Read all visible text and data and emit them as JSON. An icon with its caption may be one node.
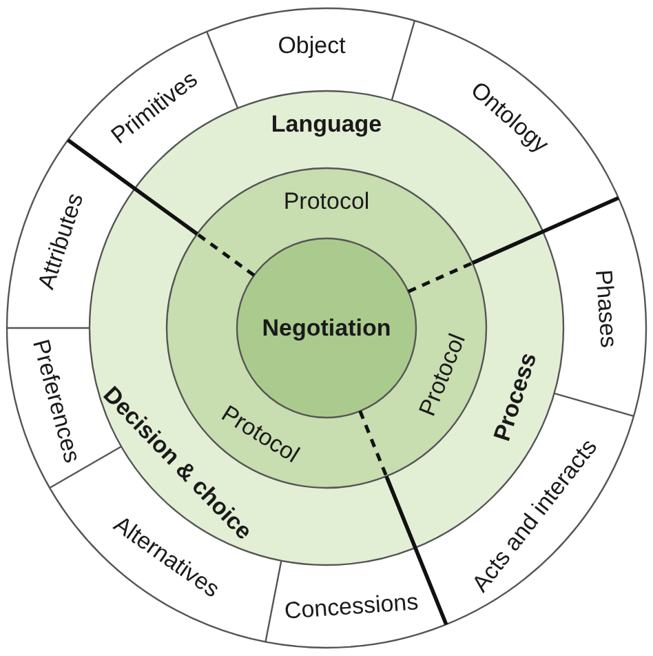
{
  "diagram": {
    "nodes": [
      {
        "text": [
          "Primitives"
        ]
      },
      {
        "text": [
          "Object"
        ]
      },
      {
        "text": [
          "Ontology"
        ]
      },
      {
        "text": [
          "Language"
        ]
      },
      {
        "text": [
          "Protocol"
        ]
      },
      {
        "text": [
          "Attributes"
        ]
      },
      {
        "text": [
          "Phases"
        ]
      },
      {
        "text": [
          "Negotiation"
        ]
      },
      {
        "text": [
          "Protocol"
        ]
      },
      {
        "text": [
          "Protocol"
        ]
      },
      {
        "text": [
          "Process"
        ]
      },
      {
        "text": [
          "Preferences"
        ]
      },
      {
        "text": [
          "Decision & choice"
        ]
      },
      {
        "text": [
          "Acts and interacts"
        ]
      },
      {
        "text": [
          "Alternatives"
        ]
      },
      {
        "text": [
          "Concessions"
        ]
      }
    ]
  }
}
